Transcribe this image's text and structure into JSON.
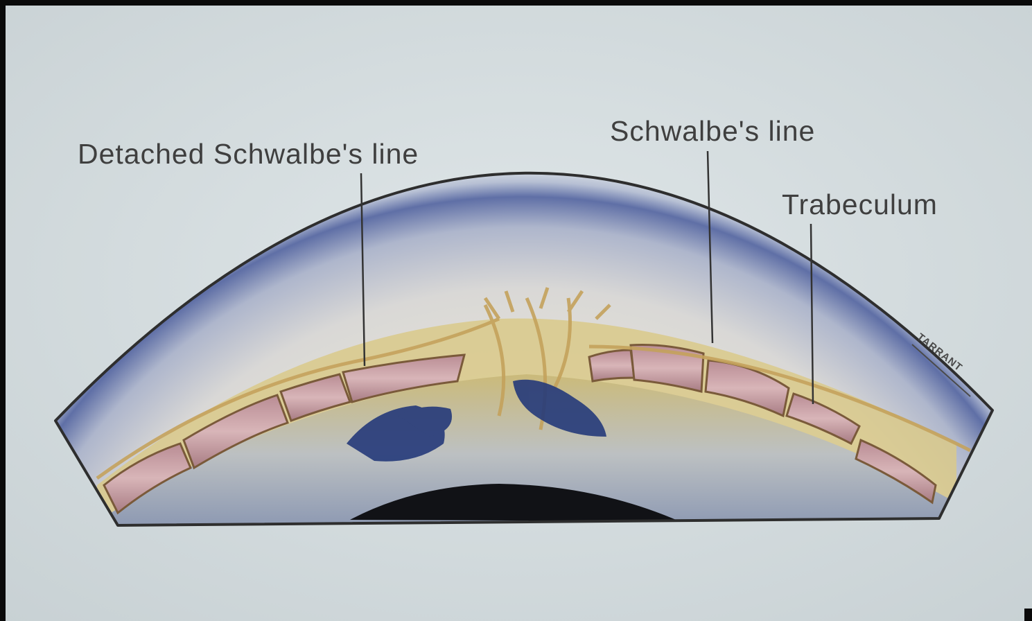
{
  "labels": {
    "detached_schwalbes_line": "Detached Schwalbe's line",
    "schwalbes_line": "Schwalbe's line",
    "trabeculum": "Trabeculum"
  },
  "signature": "TARRANT",
  "colors": {
    "background": "#0a0a0a",
    "card": "#d3dbdd",
    "outline": "#2e2e2e",
    "cornea_blue": "#4a5a90",
    "trabecular_pink": "#c89ea6",
    "tissue_yellow": "#d6c27c",
    "iris_blue": "#2a3a78"
  }
}
